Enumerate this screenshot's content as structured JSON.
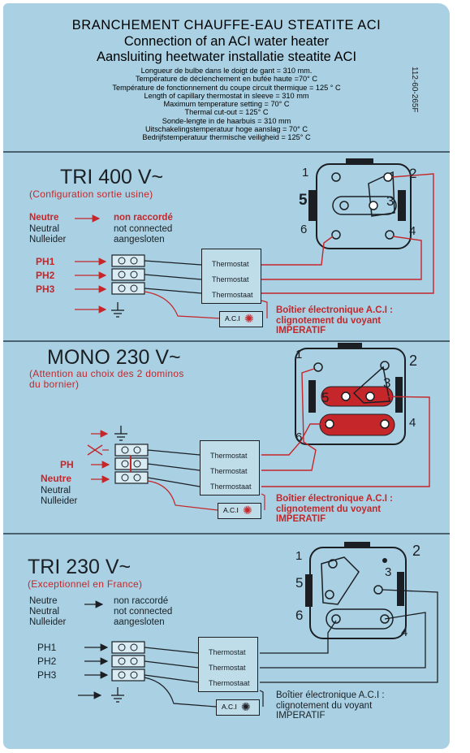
{
  "header": {
    "title_fr": "BRANCHEMENT CHAUFFE-EAU STEATITE ACI",
    "title_en": "Connection of an ACI water heater",
    "title_nl": "Aansluiting heetwater installatie steatite ACI",
    "specs": [
      "Longueur de bulbe dans le doigt de gant = 310 mm.",
      "Température de déclenchement en bufée haute =70° C",
      "Température de fonctionnement du coupe circuit thermique = 125 ° C",
      "Length of capillary thermostat in sleeve = 310 mm",
      "Maximum temperature setting = 70° C",
      "Thermal cut-out = 125° C",
      "Sonde-lengte in de haarbuis = 310 mm",
      "Uitschakelingstemperatuur hoge aanslag = 70° C",
      "Bedrijfstemperatuur thermische veiligheid = 125° C"
    ],
    "ref": "112-60-265F"
  },
  "tri400": {
    "title": "TRI 400 V~",
    "subtitle": "(Configuration sortie usine)",
    "neutre": "Neutre",
    "neutral": "Neutral",
    "nulleider": "Nulleider",
    "non_fr": "non raccordé",
    "non_en": "not connected",
    "non_nl": "aangesloten",
    "ph1": "PH1",
    "ph2": "PH2",
    "ph3": "PH3",
    "thermostat": "Thermostat",
    "thermostaat": "Thermostaat",
    "aci": "A.C.I",
    "note1": "Boîtier électronique A.C.I :",
    "note2": "clignotement du voyant",
    "note3": "IMPERATIF",
    "n1": "1",
    "n2": "2",
    "n3": "3",
    "n4": "4",
    "n5": "5",
    "n6": "6"
  },
  "mono230": {
    "title": "MONO 230 V~",
    "subtitle1": "(Attention au choix des 2 dominos",
    "subtitle2": "du bornier)",
    "ph": "PH",
    "neutre": "Neutre",
    "neutral": "Neutral",
    "nulleider": "Nulleider",
    "thermostat": "Thermostat",
    "thermostaat": "Thermostaat",
    "aci": "A.C.I",
    "note1": "Boîtier électronique A.C.I :",
    "note2": "clignotement du voyant",
    "note3": "IMPERATIF",
    "n1": "1",
    "n2": "2",
    "n3": "3",
    "n4": "4",
    "n5": "5",
    "n6": "6"
  },
  "tri230": {
    "title": "TRI 230 V~",
    "subtitle": "(Exceptionnel en France)",
    "neutre": "Neutre",
    "neutral": "Neutral",
    "nulleider": "Nulleider",
    "non_fr": "non raccordé",
    "non_en": "not connected",
    "non_nl": "aangesloten",
    "ph1": "PH1",
    "ph2": "PH2",
    "ph3": "PH3",
    "thermostat": "Thermostat",
    "thermostaat": "Thermostaat",
    "aci": "A.C.I",
    "note1": "Boîtier électronique A.C.I :",
    "note2": "clignotement du voyant",
    "note3": "IMPERATIF",
    "n1": "1",
    "n2": "2",
    "n3": "3",
    "n4": "4",
    "n5": "5",
    "n6": "6"
  },
  "colors": {
    "card": "#a9d1e3",
    "red": "#c4262a",
    "ink": "#1b1f24"
  },
  "icons": [
    "arrow-right-icon",
    "ground-icon",
    "cross-icon",
    "indicator-light-icon",
    "terminal-block-icon"
  ]
}
